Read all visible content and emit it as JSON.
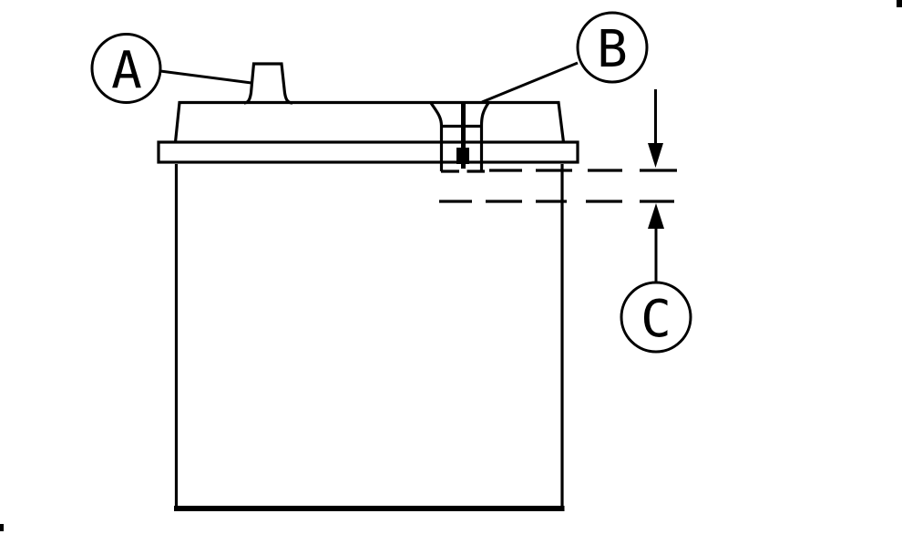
{
  "diagram": {
    "background_color": "#ffffff",
    "line_color": "#000000",
    "callouts": [
      {
        "label": "A"
      },
      {
        "label": "B"
      },
      {
        "label": "C"
      }
    ]
  }
}
